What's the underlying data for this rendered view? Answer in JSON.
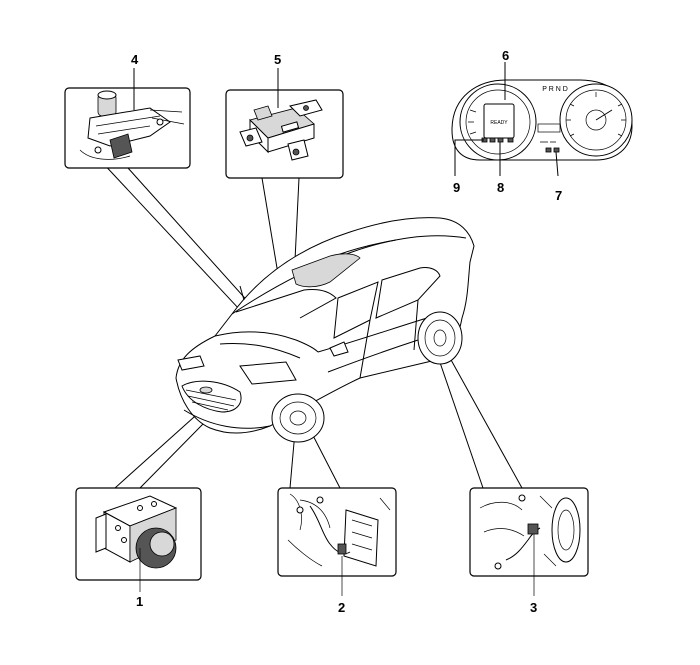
{
  "callouts": {
    "c1": "1",
    "c2": "2",
    "c3": "3",
    "c4": "4",
    "c5": "5",
    "c6": "6",
    "c7": "7",
    "c8": "8",
    "c9": "9"
  },
  "cluster": {
    "gear_indicator": "P R N D",
    "display_text": "READY"
  }
}
